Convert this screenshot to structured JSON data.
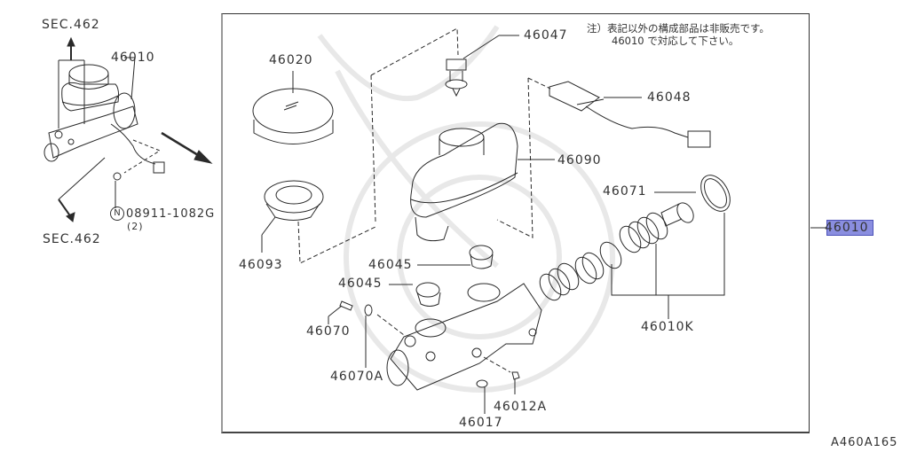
{
  "diagram": {
    "figure_code": "A460A165",
    "note": {
      "line1": "注）表記以外の構成部品は非販売です。",
      "line2": "46010 で対応して下さい。"
    },
    "overview": {
      "sec_top": "SEC.462",
      "sec_bottom": "SEC.462",
      "assembly_label": "46010",
      "nut_symbol": "N",
      "nut_part": "08911-1082G",
      "nut_qty": "(2)"
    },
    "highlighted_part": "46010",
    "parts": [
      {
        "id": "46020",
        "name": "reservoir-cap"
      },
      {
        "id": "46093",
        "name": "strainer"
      },
      {
        "id": "46047",
        "name": "clip"
      },
      {
        "id": "46048",
        "name": "level-sensor"
      },
      {
        "id": "46090",
        "name": "reservoir-tank"
      },
      {
        "id": "46071",
        "name": "seal-ring"
      },
      {
        "id": "46045",
        "name": "grommet-upper"
      },
      {
        "id": "46045b",
        "label": "46045",
        "name": "grommet-lower"
      },
      {
        "id": "46070",
        "name": "bolt"
      },
      {
        "id": "46070A",
        "name": "o-ring"
      },
      {
        "id": "46010K",
        "name": "piston-kit"
      },
      {
        "id": "46012A",
        "name": "stopper-bolt"
      },
      {
        "id": "46017",
        "name": "seal"
      }
    ],
    "colors": {
      "line": "#2a2a2a",
      "highlight_fill": "#8a8ee0",
      "highlight_border": "#4d52b8"
    }
  }
}
